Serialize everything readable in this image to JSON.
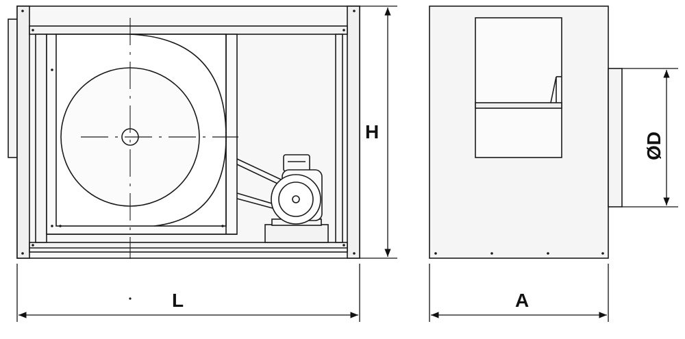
{
  "diagram": {
    "labels": {
      "height": "H",
      "length": "L",
      "width": "A",
      "diameter": "ØD"
    },
    "colors": {
      "stroke": "#1a1a1a",
      "fill_light": "#f7f7f7",
      "fill_panel": "#efefef",
      "background": "#ffffff"
    }
  }
}
